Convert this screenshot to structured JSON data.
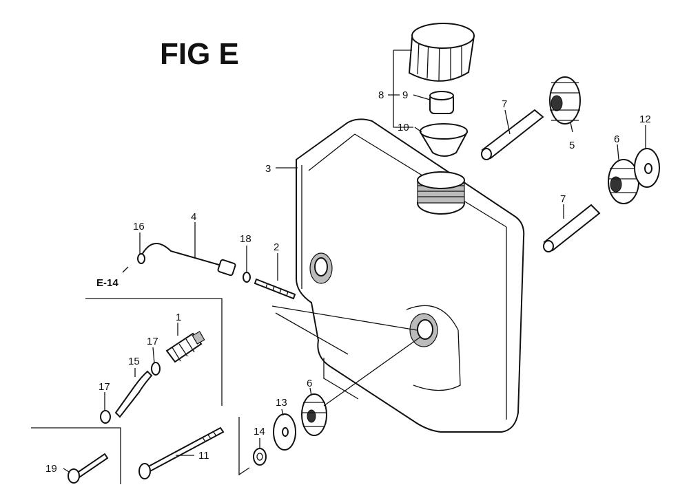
{
  "figure": {
    "title": "FIG E",
    "reference": "E-14"
  },
  "callouts": {
    "c1": "1",
    "c2": "2",
    "c3": "3",
    "c4": "4",
    "c5": "5",
    "c6a": "6",
    "c6b": "6",
    "c7a": "7",
    "c7b": "7",
    "c8": "8",
    "c9": "9",
    "c10": "10",
    "c11": "11",
    "c12": "12",
    "c13": "13",
    "c14": "14",
    "c15": "15",
    "c16": "16",
    "c17a": "17",
    "c17b": "17",
    "c18": "18",
    "c19": "19"
  }
}
